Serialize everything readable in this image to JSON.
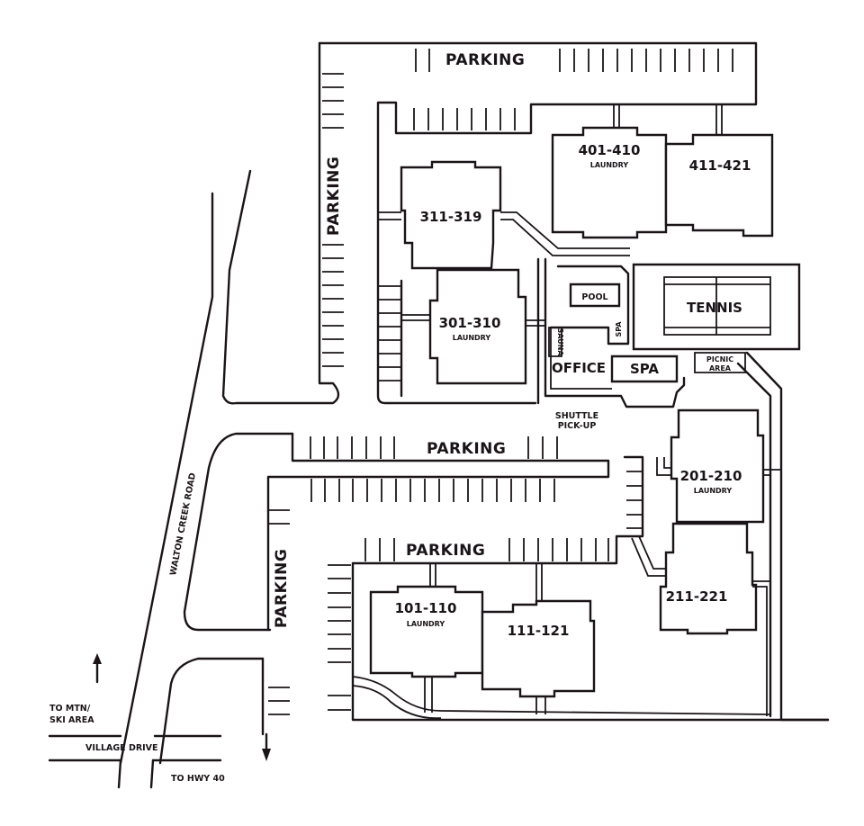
{
  "map": {
    "type": "site-map",
    "roads": {
      "walton_creek": "WALTON CREEK ROAD",
      "village_drive": "VILLAGE DRIVE",
      "to_mtn": "TO MTN/",
      "to_ski": "SKI AREA",
      "to_hwy": "TO HWY 40"
    },
    "parking": {
      "top": "PARKING",
      "left_vertical": "PARKING",
      "middle": "PARKING",
      "lower_vertical": "PARKING",
      "lower": "PARKING"
    },
    "buildings": {
      "b401": {
        "units": "401-410",
        "note": "LAUNDRY"
      },
      "b411": {
        "units": "411-421"
      },
      "b311": {
        "units": "311-319"
      },
      "b301": {
        "units": "301-310",
        "note": "LAUNDRY"
      },
      "b201": {
        "units": "201-210",
        "note": "LAUNDRY"
      },
      "b211": {
        "units": "211-221"
      },
      "b101": {
        "units": "101-110",
        "note": "LAUNDRY"
      },
      "b111": {
        "units": "111-121"
      }
    },
    "amenities": {
      "pool": "POOL",
      "spa_small": "SPA",
      "sauna": "SAUNA",
      "office": "OFFICE",
      "spa": "SPA",
      "tennis": "TENNIS",
      "picnic_1": "PICNIC",
      "picnic_2": "AREA",
      "shuttle_1": "SHUTTLE",
      "shuttle_2": "PICK-UP"
    },
    "colors": {
      "ink": "#1a1418",
      "paper": "#ffffff"
    }
  }
}
